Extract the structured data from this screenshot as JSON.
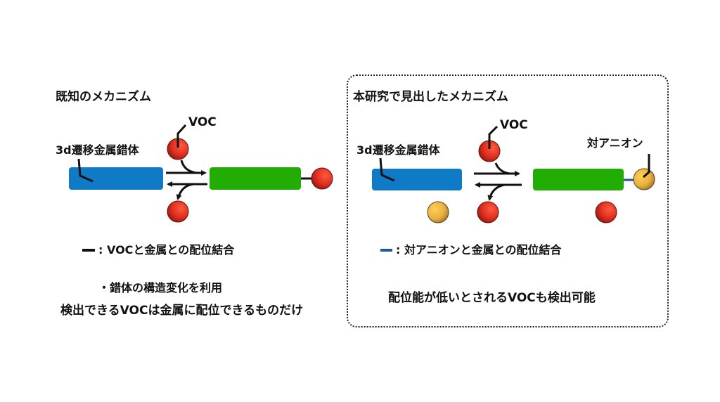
{
  "left_panel": {
    "title": "既知のメカニズム",
    "voc_label": "VOC",
    "complex_label": "3d遷移金属錯体",
    "legend_text": ": VOCと金属との配位結合",
    "bullet": "・錯体の構造変化を利用",
    "conclusion": "検出できるVOCは金属に配位できるものだけ"
  },
  "right_panel": {
    "title": "本研究で見出したメカニズム",
    "voc_label": "VOC",
    "complex_label": "3d遷移金属錯体",
    "anion_label": "対アニオン",
    "legend_text": ": 対アニオンと金属との配位結合",
    "conclusion": "配位能が低いとされるVOCも検出可能"
  },
  "colors": {
    "complex_blue": "#0f7bc6",
    "complex_green": "#22ad05",
    "voc_red": "#e03020",
    "anion_orange": "#e8b040",
    "bond_black": "#111111",
    "bond_anion_blue": "#1d5a94"
  }
}
